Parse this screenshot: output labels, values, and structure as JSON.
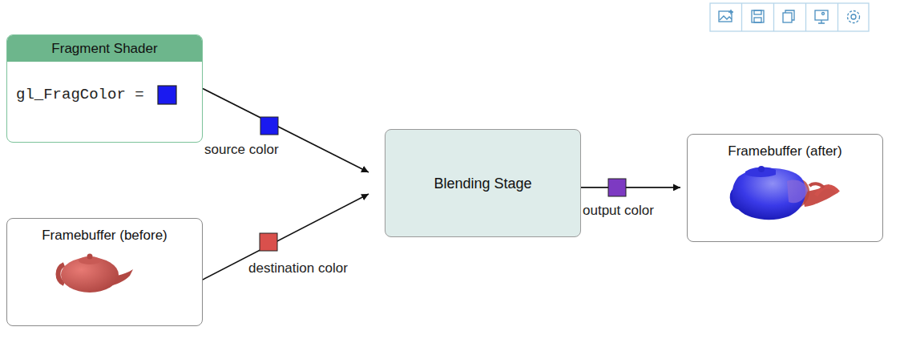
{
  "diagram": {
    "nodes": [
      {
        "text": [
          "Fragment Shader",
          "gl_FragColor ="
        ]
      },
      {
        "text": [
          "Framebuffer (before)"
        ]
      },
      {
        "text": [
          "Blending Stage"
        ]
      },
      {
        "text": [
          "Framebuffer (after)"
        ]
      }
    ],
    "edges": [
      {
        "from": 0,
        "to": 2,
        "arrow": "to",
        "label": "source color"
      },
      {
        "from": 1,
        "to": 2,
        "arrow": "to",
        "label": "destination color"
      },
      {
        "from": 2,
        "to": 3,
        "arrow": "to",
        "label": "output color"
      }
    ]
  }
}
